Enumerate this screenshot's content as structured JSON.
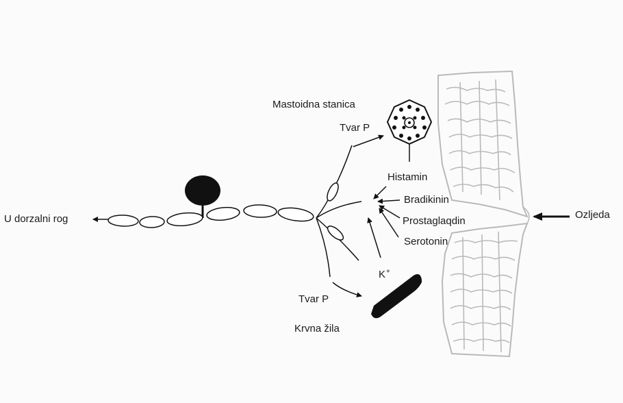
{
  "labels": {
    "dorsal_horn": "U dorzalni rog",
    "mast_cell": "Mastoidna stanica",
    "substance_p_top": "Tvar P",
    "histamine": "Histamin",
    "bradykinin": "Bradikinin",
    "prostaglandin": "Prostaglaqdin",
    "serotonin": "Serotonin",
    "potassium": "K",
    "potassium_charge": "+",
    "substance_p_bottom": "Tvar P",
    "blood_vessel": "Krvna žila",
    "injury": "Ozljeda"
  },
  "colors": {
    "ink": "#111111",
    "tissue": "#b9b9b9",
    "background": "#fbfbfb"
  }
}
